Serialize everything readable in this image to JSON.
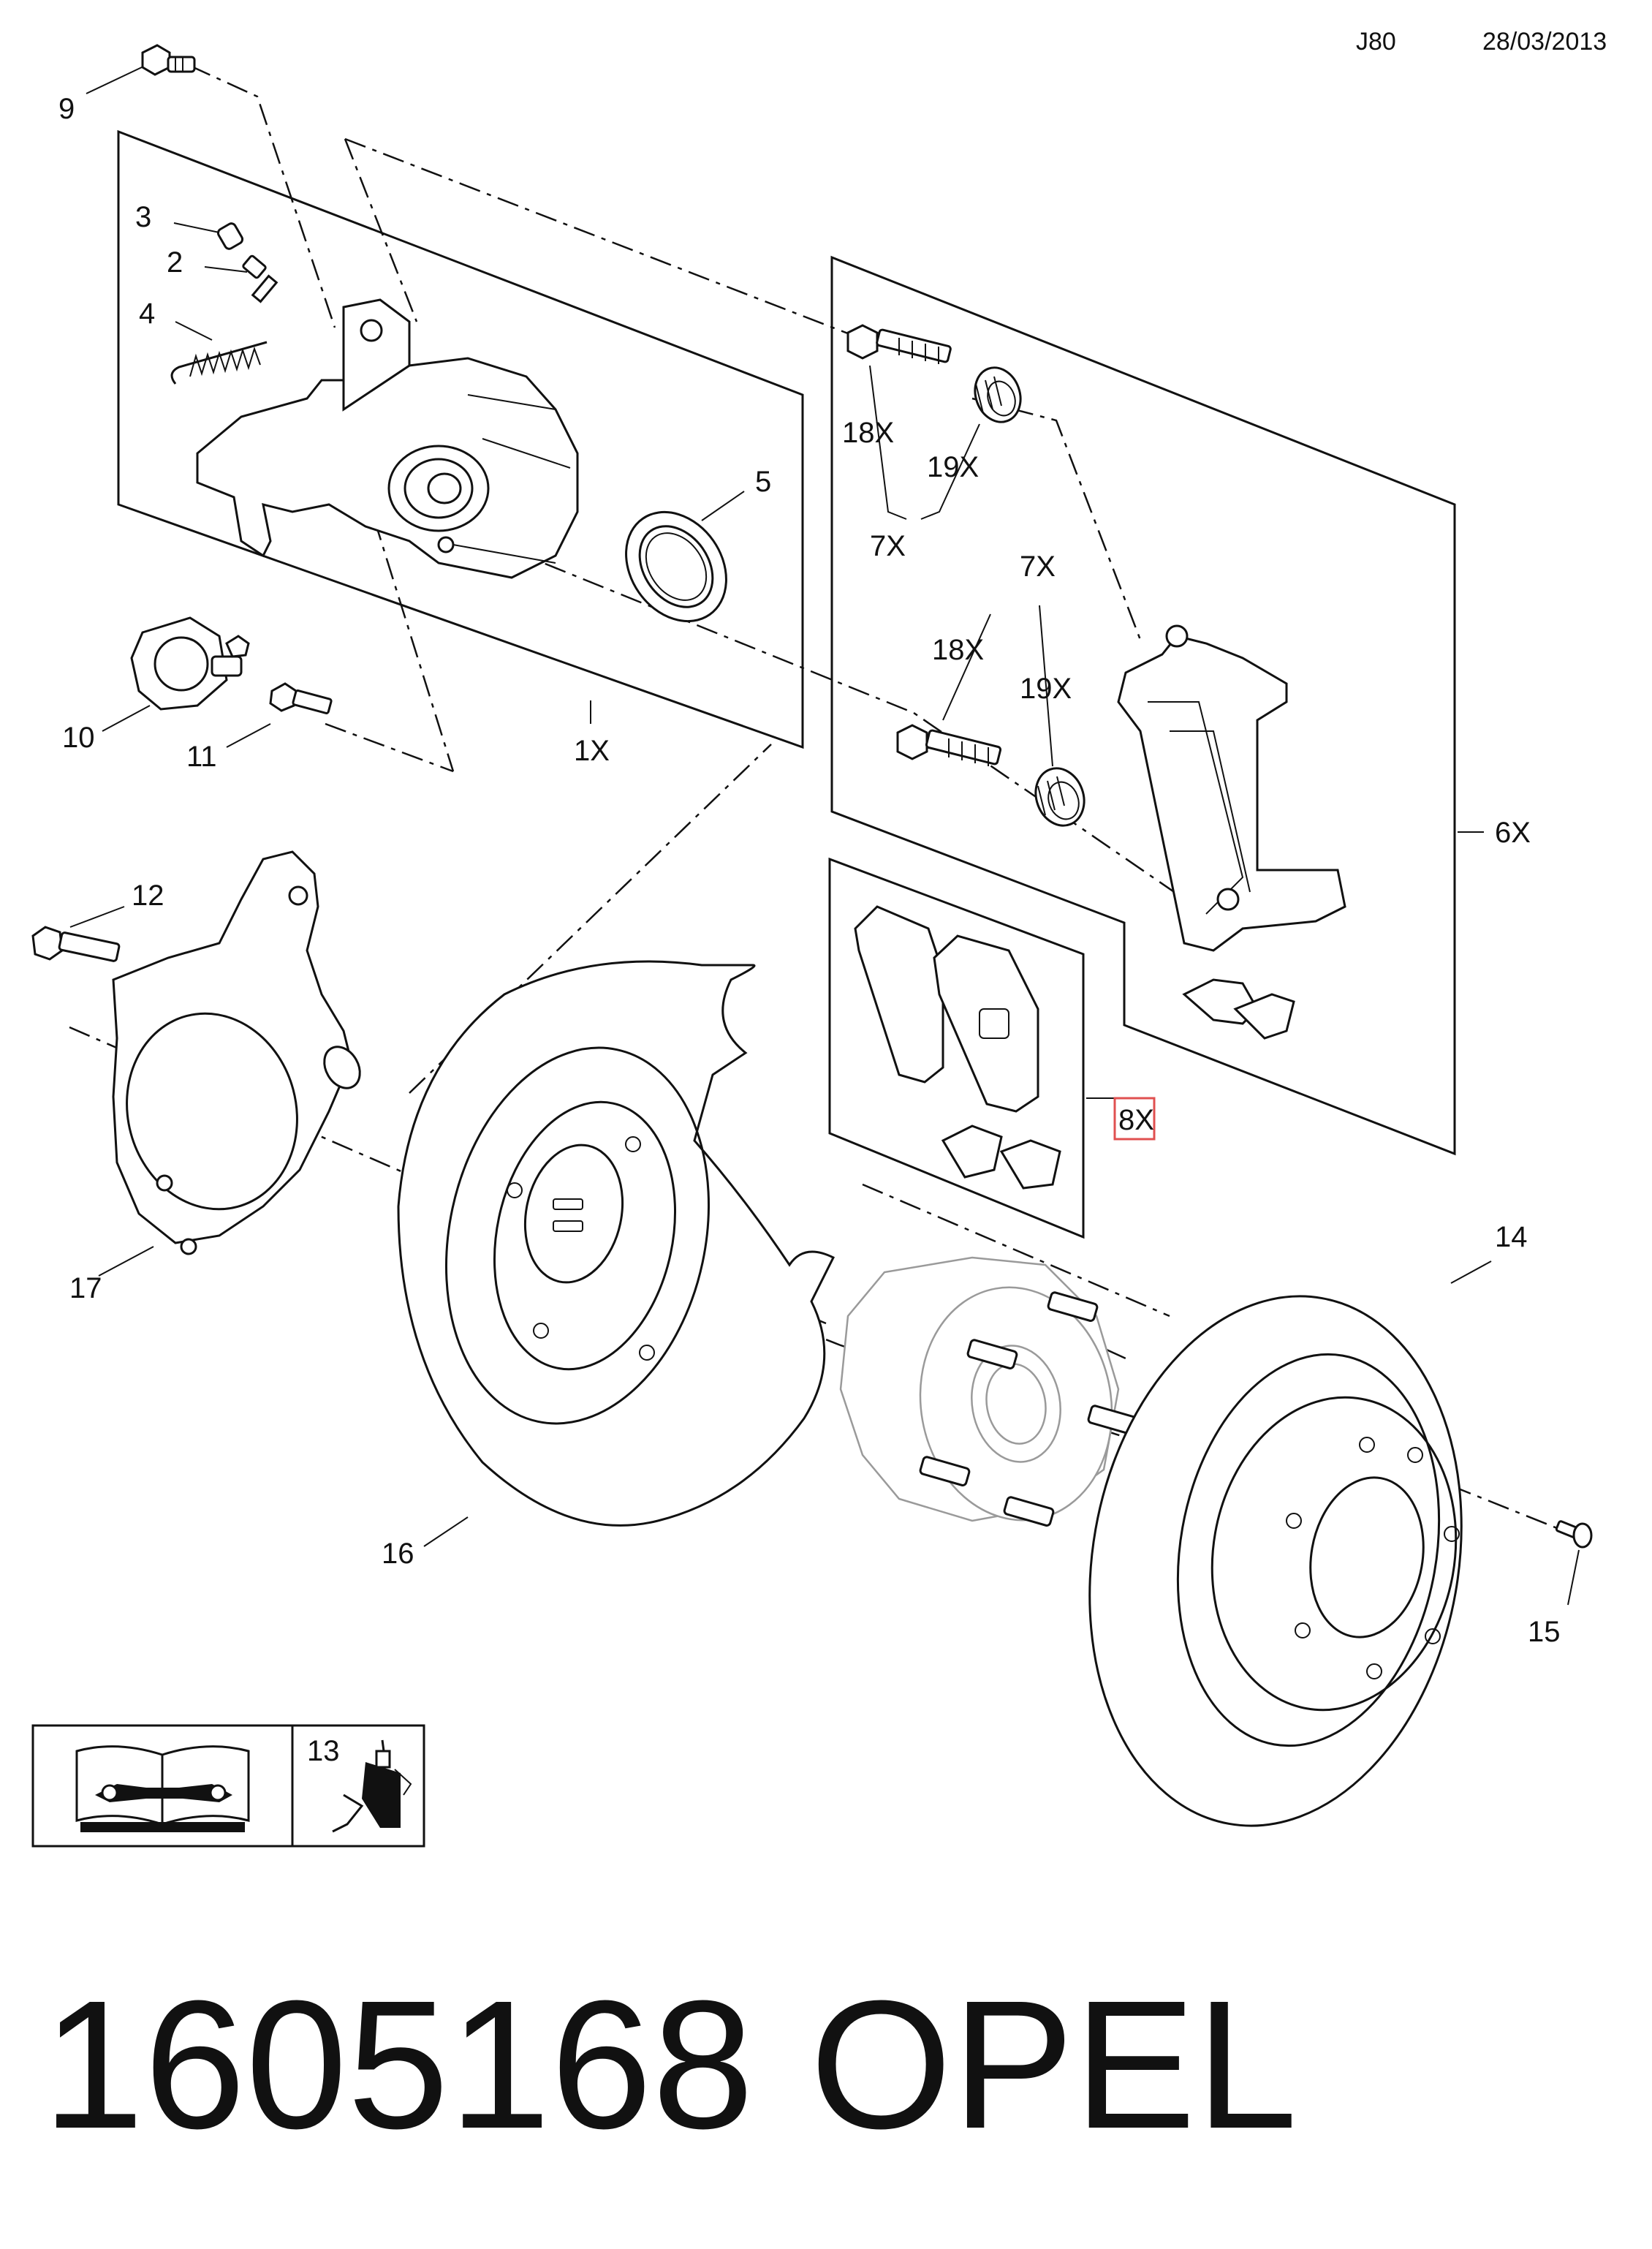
{
  "header": {
    "code": "J80",
    "date": "28/03/2013"
  },
  "footer": {
    "part_number": "1605168",
    "brand": "OPEL"
  },
  "callouts": {
    "c1": "1X",
    "c2": "2",
    "c3": "3",
    "c4": "4",
    "c5": "5",
    "c6": "6X",
    "c7a": "7X",
    "c7b": "7X",
    "c8": "8X",
    "c9": "9",
    "c10": "10",
    "c11": "11",
    "c12": "12",
    "c13": "13",
    "c14": "14",
    "c15": "15",
    "c16": "16",
    "c17": "17",
    "c18a": "18X",
    "c18b": "18X",
    "c19a": "19X",
    "c19b": "19X"
  },
  "icons": {
    "manual": "repair-manual-icon",
    "lubricant": "lubricant-bottle-icon"
  },
  "colors": {
    "ink": "#111111",
    "highlight": "#e05050",
    "hub_ghost": "#9a9a9a"
  }
}
